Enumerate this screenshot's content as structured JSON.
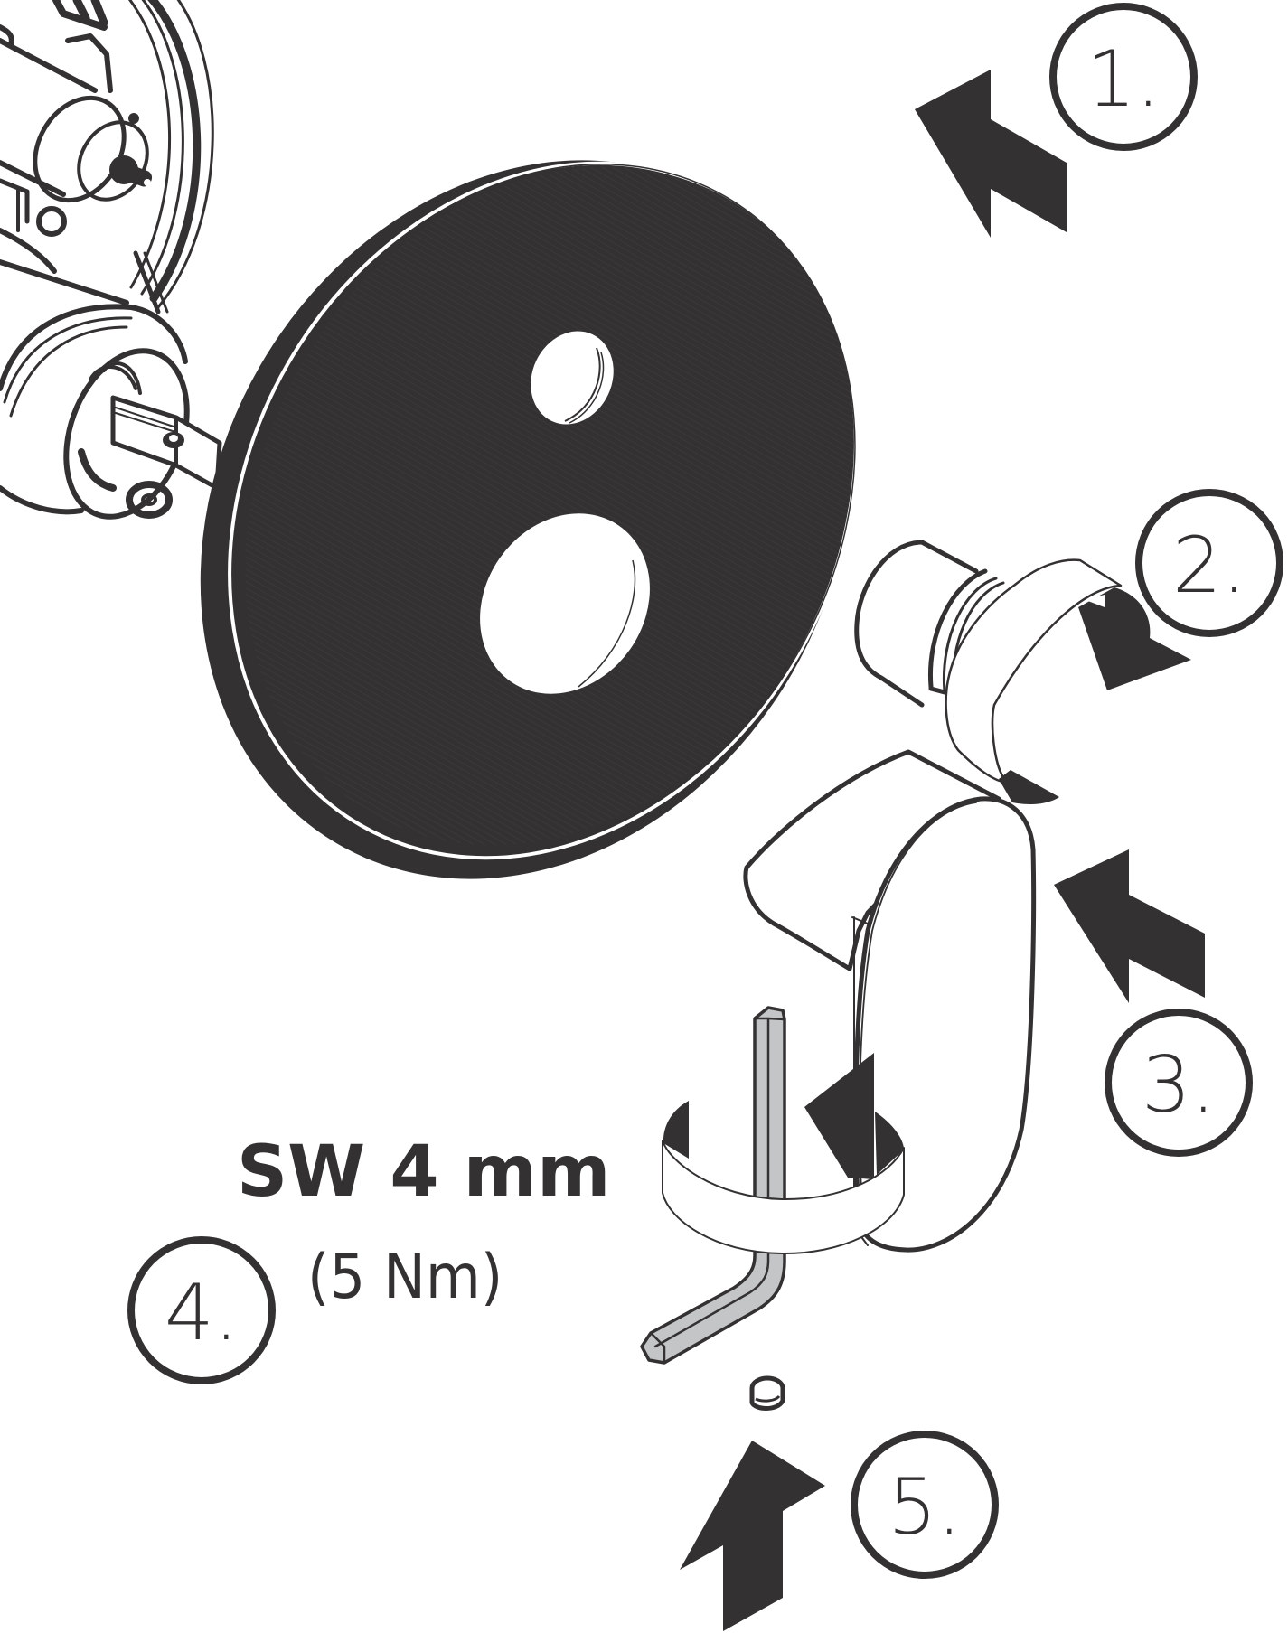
{
  "diagram": {
    "type": "assembly-instruction",
    "colors": {
      "ink": "#333132",
      "background": "#ffffff",
      "hex_key_fill": "#c4c5c7"
    },
    "steps": [
      {
        "number": "1.",
        "action": "fit cover plate (arrow toward wall)"
      },
      {
        "number": "2.",
        "action": "screw on sleeve (rotation arrow)"
      },
      {
        "number": "3.",
        "action": "push on handle (arrow toward wall)"
      },
      {
        "number": "4.",
        "action": "tighten with hex key"
      },
      {
        "number": "5.",
        "action": "insert grub screw (arrow upward)"
      }
    ],
    "tool_label": {
      "size": "SW 4 mm",
      "torque": "(5 Nm)"
    },
    "parts": [
      "valve-body",
      "cover-plate",
      "cartridge-sleeve",
      "lever-handle",
      "hex-key",
      "grub-screw"
    ]
  }
}
